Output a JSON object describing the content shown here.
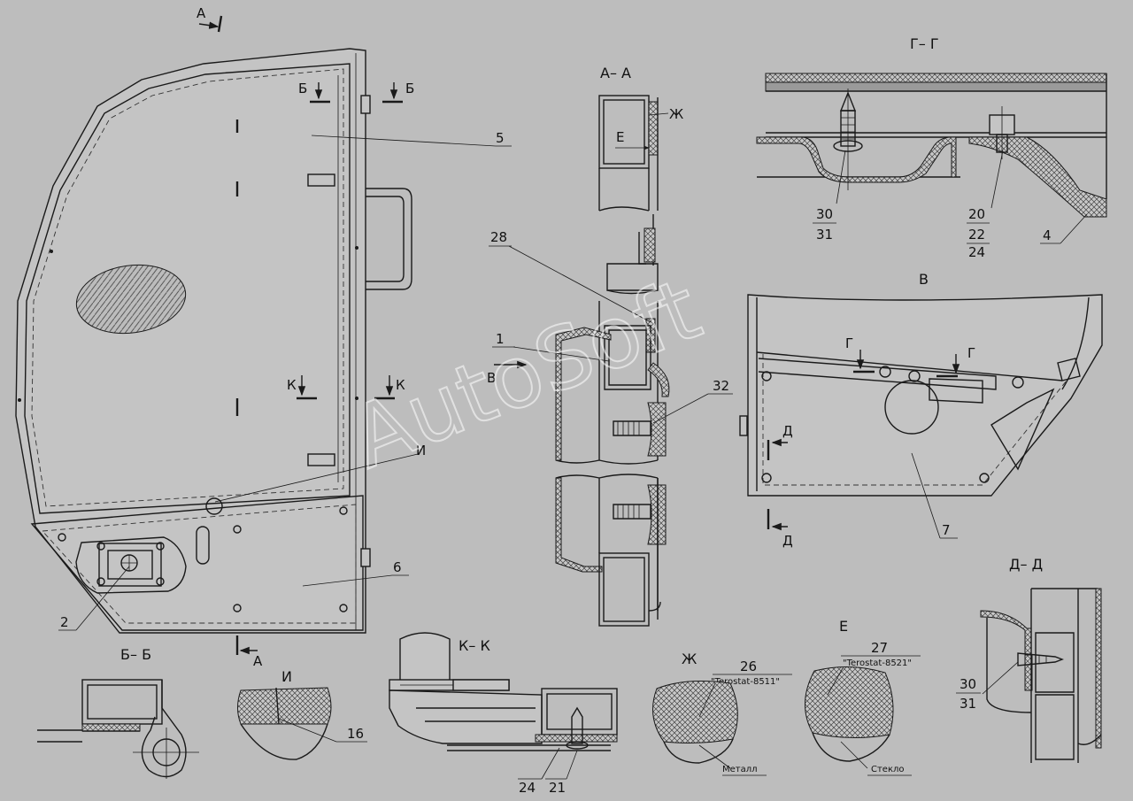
{
  "watermark": "AutoSoft",
  "section_labels": {
    "a_a": "А– А",
    "g_g": "Г– Г",
    "v": "В",
    "d_d": "Д– Д",
    "b_b": "Б– Б",
    "i": "И",
    "k_k": "К– К",
    "zh": "Ж",
    "e": "Е"
  },
  "cut_markers": {
    "a_top": "А",
    "a_bottom": "А",
    "b_left": "Б",
    "b_right": "Б",
    "k_left": "К",
    "k_right": "К",
    "i": "И",
    "g_left": "Г",
    "g_right": "Г",
    "d_top": "Д",
    "d_bottom": "Д",
    "v_arrow": "В",
    "e_detail": "Е",
    "zh_detail": "Ж"
  },
  "callouts": {
    "n5": "5",
    "n6": "6",
    "n2": "2",
    "n28": "28",
    "n1": "1",
    "n32": "32",
    "n30_gg": "30",
    "n31_gg": "31",
    "n20": "20",
    "n22": "22",
    "n24_gg": "24",
    "n4": "4",
    "n7": "7",
    "n30_dd": "30",
    "n31_dd": "31",
    "n16": "16",
    "n24_kk": "24",
    "n21": "21",
    "n26": "26",
    "n27": "27"
  },
  "materials": {
    "zh_sealant": "\"Terostat-8511\"",
    "e_sealant": "\"Terostat-8521\"",
    "zh_base": "Металл",
    "e_base": "Стекло"
  },
  "colors": {
    "background": "#bdbdbd",
    "line": "#1a1a1a",
    "hatch": "#555555"
  }
}
